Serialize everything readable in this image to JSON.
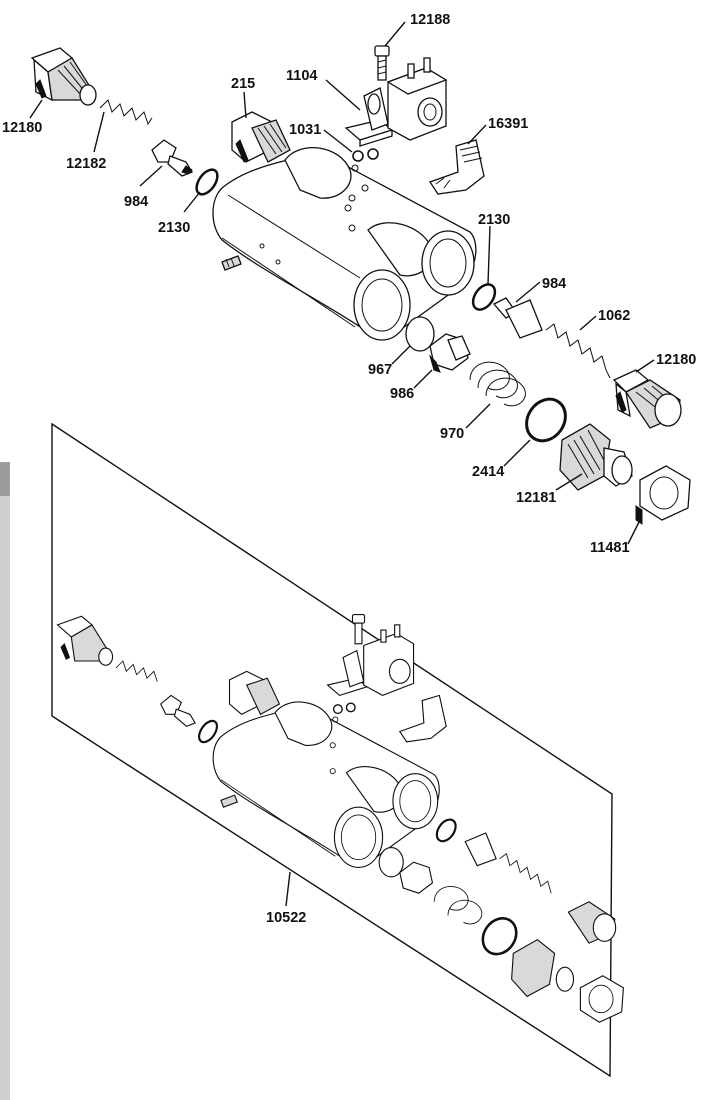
{
  "diagram": {
    "callouts": {
      "c12188": "12188",
      "c1104": "1104",
      "c215": "215",
      "c1031": "1031",
      "c16391": "16391",
      "c12180_top": "12180",
      "c12182": "12182",
      "c984_left": "984",
      "c2130_left": "2130",
      "c2130_right": "2130",
      "c984_right": "984",
      "c1062": "1062",
      "c12180_right": "12180",
      "c967": "967",
      "c986": "986",
      "c970": "970",
      "c2414": "2414",
      "c12181": "12181",
      "c11481": "11481",
      "c10522": "10522"
    }
  }
}
